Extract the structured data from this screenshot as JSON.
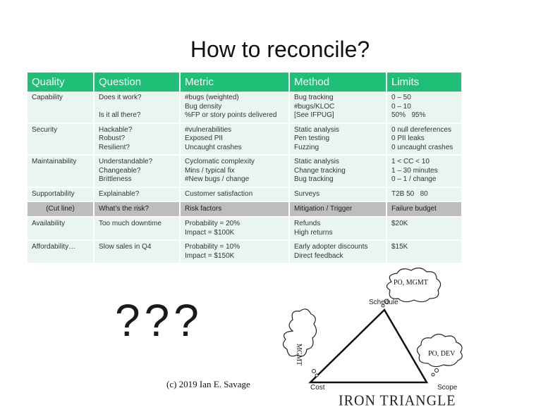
{
  "slide": {
    "title": "How to reconcile?",
    "copyright": "(c) 2019 Ian E. Savage",
    "question_marks": "???"
  },
  "table": {
    "headers": [
      "Quality",
      "Question",
      "Metric",
      "Method",
      "Limits"
    ],
    "rows": [
      [
        "Capability",
        "Does it work?\n\nIs it all there?",
        "#bugs (weighted)\nBug density\n%FP or story points delivered",
        "Bug tracking\n#bugs/KLOC\n[See IFPUG]",
        "0 – 50\n0 – 10\n50%   95%"
      ],
      [
        "Security",
        "Hackable?\nRobust?\nResilient?",
        "#vulnerabilities\nExposed PII\nUncaught crashes",
        "Static analysis\nPen testing\nFuzzing",
        "0 null dereferences\n0 PII leaks\n0 uncaught crashes"
      ],
      [
        "Maintainability",
        "Understandable?\nChangeable?\nBrittleness",
        "Cyclomatic complexity\nMins / typical fix\n#New bugs / change",
        "Static analysis\nChange tracking\nBug tracking",
        "1 < CC < 10\n1 – 30 minutes\n0 – 1 / change"
      ],
      [
        "Supportability",
        "Explainable?",
        "Customer satisfaction",
        "Surveys",
        "T2B 50   80"
      ]
    ],
    "separator": [
      "(Cut line)",
      "What’s the risk?",
      "Risk factors",
      "Mitigation / Trigger",
      "Failure budget"
    ],
    "rows2": [
      [
        "Availability",
        "Too much downtime",
        "Probability = 20%\nImpact = $100K",
        "Refunds\nHigh returns",
        "$20K"
      ],
      [
        "Affordability…",
        "Slow sales in Q4",
        "Probability = 10%\nImpact = $150K",
        "Early adopter discounts\nDirect feedback",
        "$15K"
      ]
    ]
  },
  "diagram": {
    "top_label": "Schedule",
    "left_label": "Cost",
    "right_label": "Scope",
    "cloud_top": "PO, MGMT",
    "cloud_left": "MGMT",
    "cloud_right": "PO, DEV",
    "caption": "IRON TRIANGLE"
  }
}
